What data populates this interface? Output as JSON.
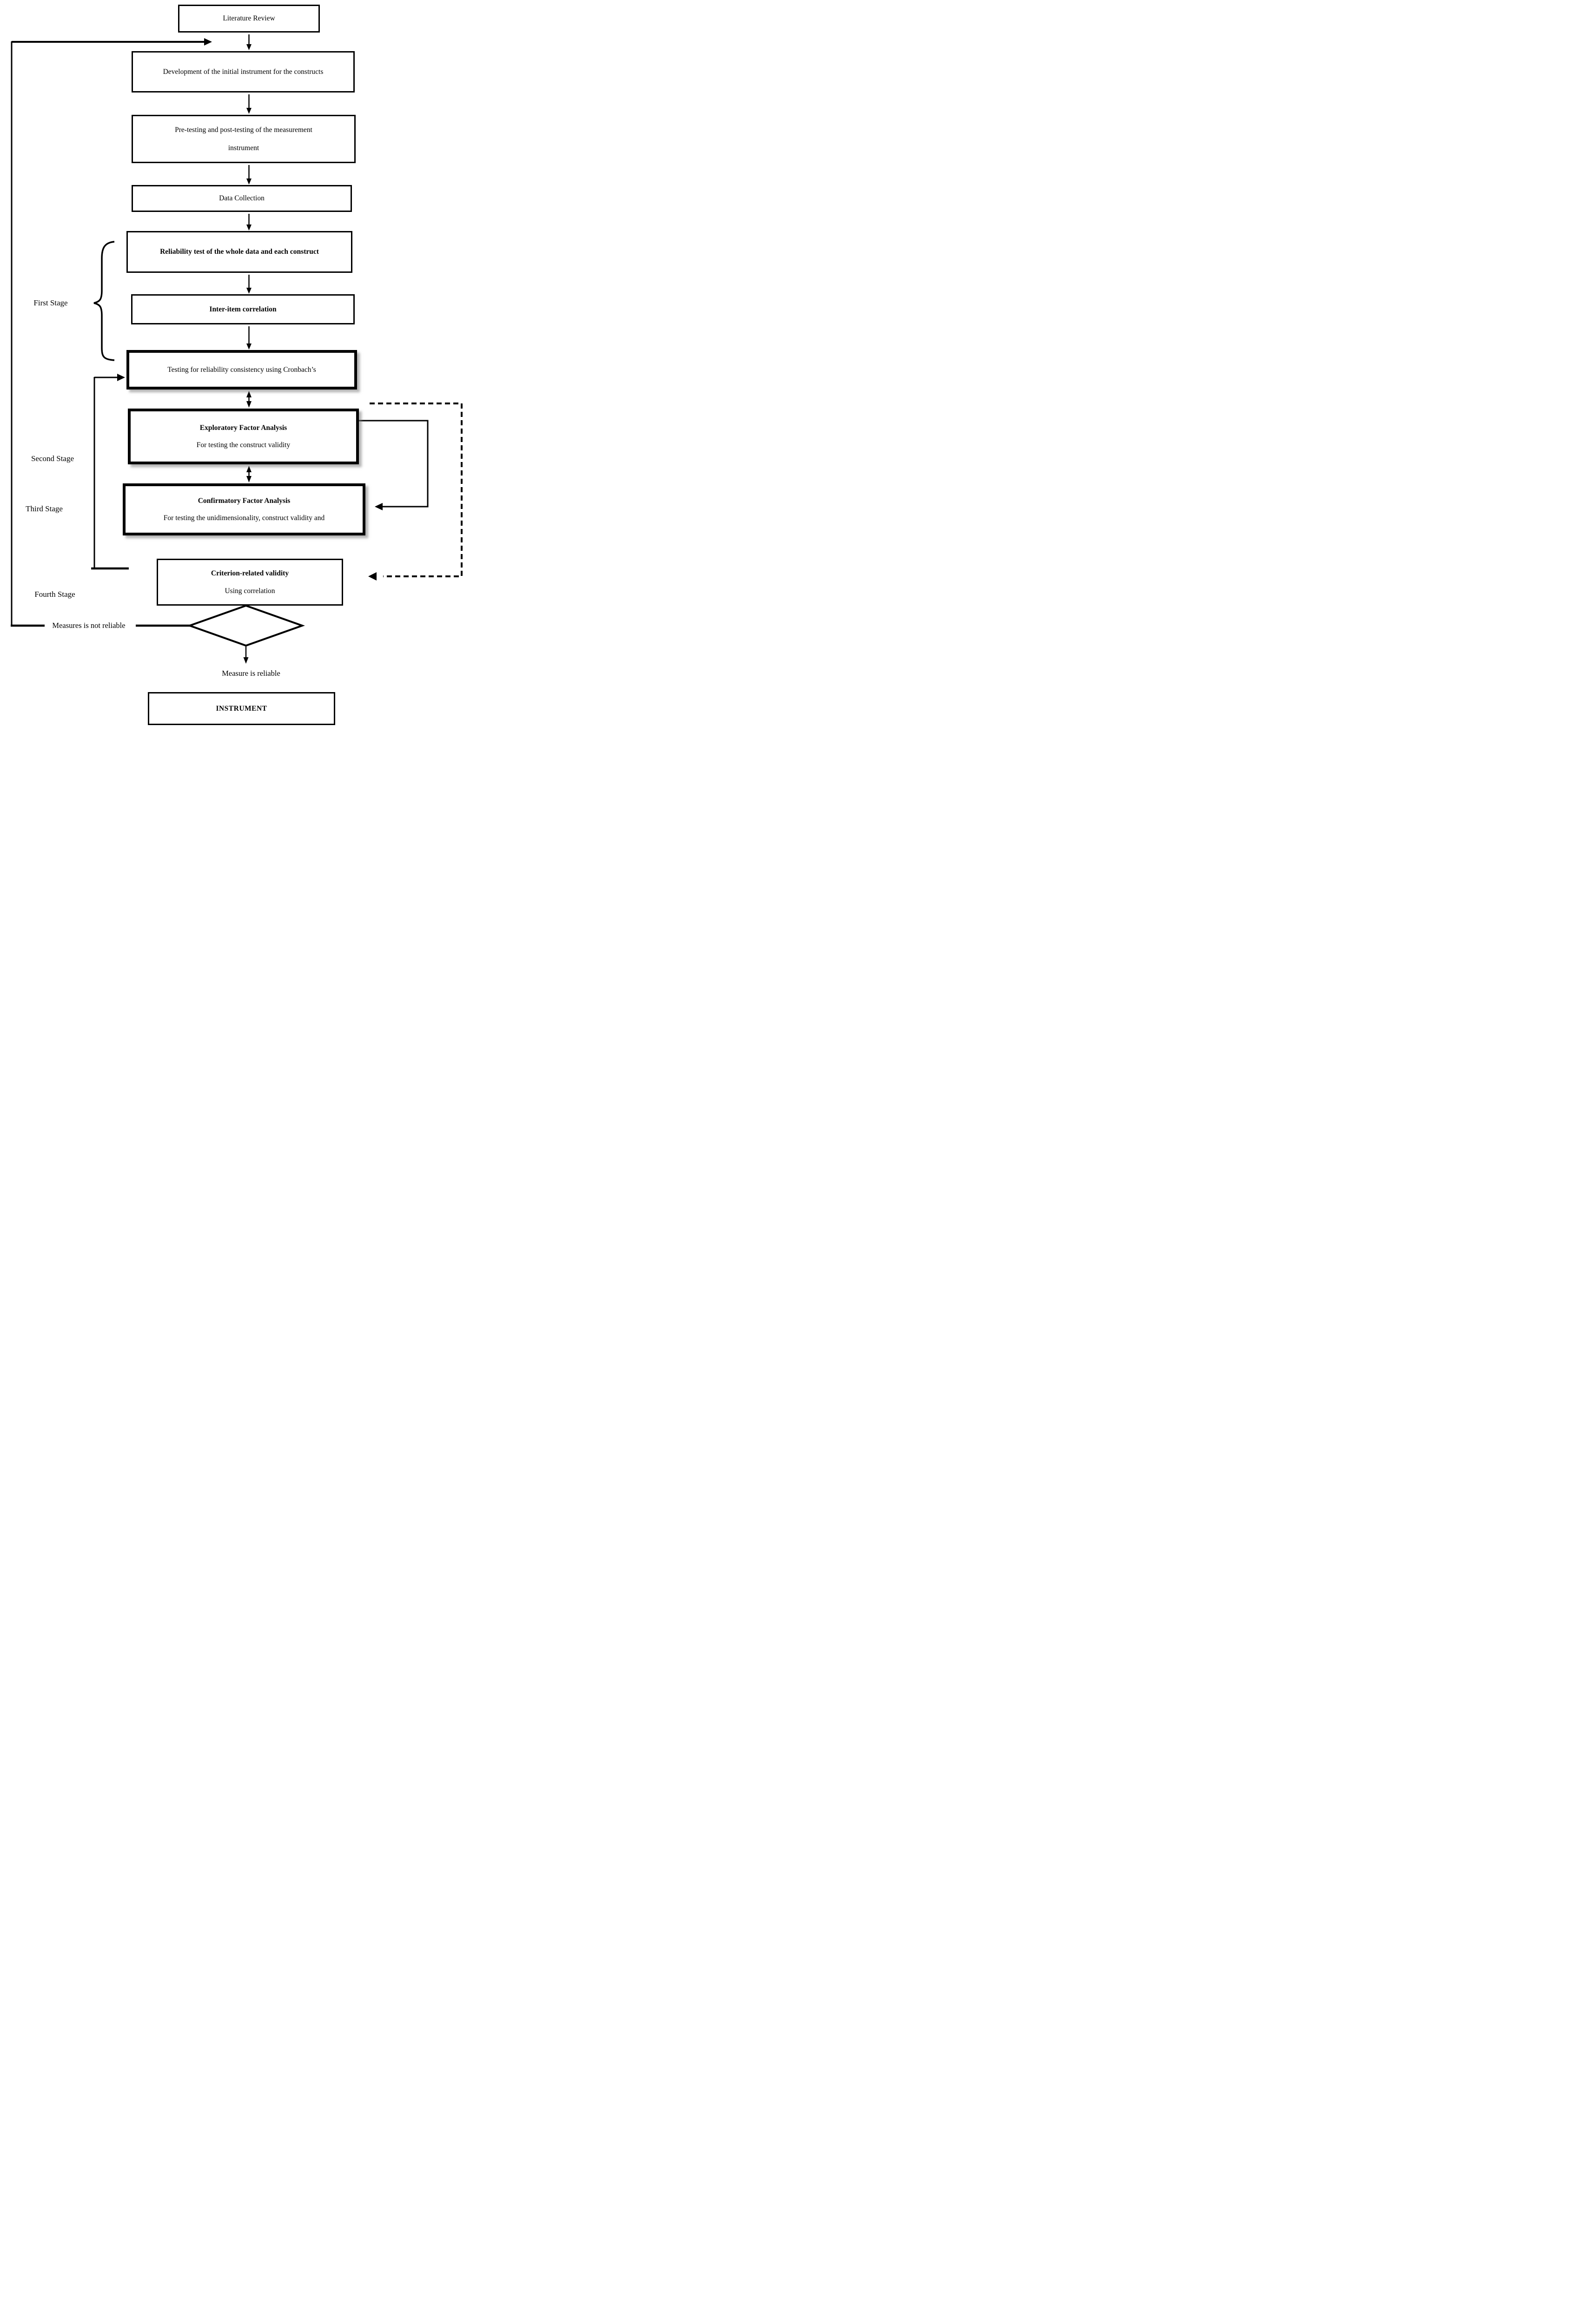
{
  "diagram": {
    "kind": "flowchart",
    "background": "#ffffff",
    "line_color": "#000000"
  },
  "nodes": {
    "literature_review": {
      "text": "Literature Review"
    },
    "development": {
      "text": "Development of the initial instrument for the constructs"
    },
    "pretesting": {
      "line1": "Pre-testing and post-testing of the measurement",
      "line2": "instrument"
    },
    "data_collection": {
      "text": "Data Collection"
    },
    "reliability_test": {
      "text": "Reliability test of the whole data and each construct"
    },
    "inter_item": {
      "text": "Inter-item correlation"
    },
    "cronbach": {
      "text": "Testing for reliability consistency using Cronbach’s"
    },
    "efa": {
      "title": "Exploratory Factor Analysis",
      "subtitle": "For testing the construct validity"
    },
    "cfa": {
      "title": "Confirmatory Factor Analysis",
      "subtitle": "For testing the unidimensionality, construct validity and"
    },
    "criterion": {
      "title": "Criterion-related validity",
      "subtitle": "Using correlation"
    },
    "instrument": {
      "text": "INSTRUMENT"
    }
  },
  "stage_labels": {
    "first": "First Stage",
    "second": "Second Stage",
    "third": "Third Stage",
    "fourth": "Fourth Stage"
  },
  "decision": {
    "not_reliable_label": "Measures is not reliable",
    "reliable_label": "Measure is reliable"
  }
}
